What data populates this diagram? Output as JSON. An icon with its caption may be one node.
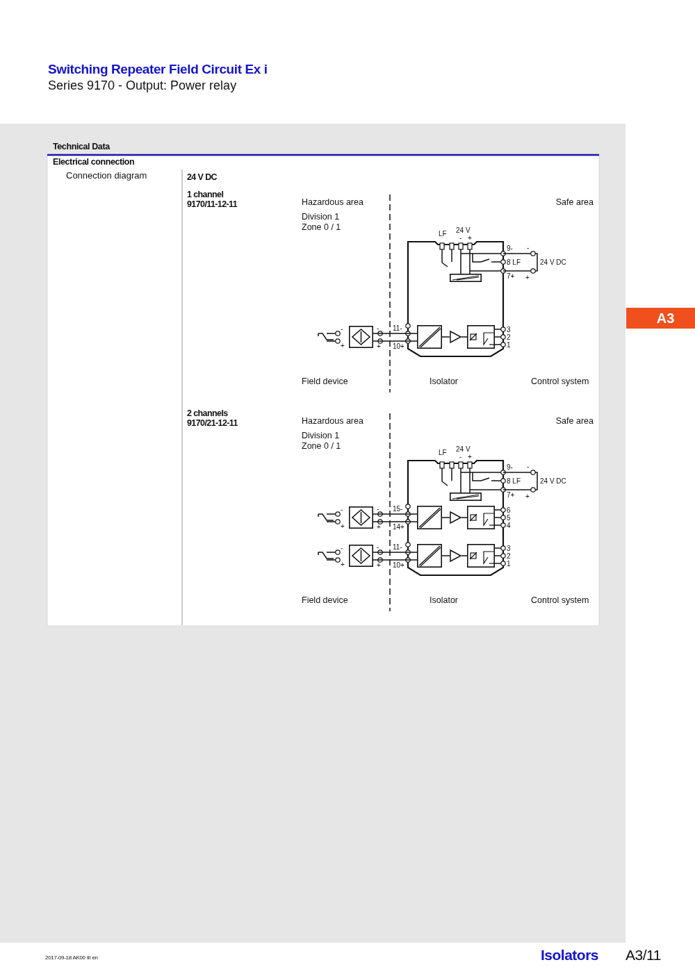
{
  "diagram": {
    "title": "Switching Repeater Field Circuit Ex i",
    "nodes": [
      {
        "text": [],
        "shape": "box"
      },
      {
        "text": [],
        "shape": "box"
      },
      {
        "text": [],
        "shape": "triangle"
      },
      {
        "text": [],
        "shape": "box"
      },
      {
        "text": [],
        "shape": "box"
      },
      {
        "text": [],
        "shape": "box"
      },
      {
        "text": [],
        "shape": "box"
      },
      {
        "text": [],
        "shape": "triangle"
      },
      {
        "text": [],
        "shape": "box"
      },
      {
        "text": [],
        "shape": "box"
      },
      {
        "text": [],
        "shape": "box"
      },
      {
        "text": [],
        "shape": "triangle"
      },
      {
        "text": [],
        "shape": "box"
      },
      {
        "text": [],
        "shape": "box"
      }
    ],
    "edges": [
      {
        "from": 0,
        "to": 1,
        "arrow": "none"
      },
      {
        "from": 1,
        "to": 2,
        "arrow": "none"
      },
      {
        "from": 2,
        "to": 3,
        "arrow": "none"
      },
      {
        "from": 5,
        "to": 6,
        "arrow": "none"
      },
      {
        "from": 6,
        "to": 7,
        "arrow": "none"
      },
      {
        "from": 7,
        "to": 8,
        "arrow": "none"
      },
      {
        "from": 9,
        "to": 10,
        "arrow": "none"
      },
      {
        "from": 10,
        "to": 11,
        "arrow": "none"
      },
      {
        "from": 11,
        "to": 12,
        "arrow": "none"
      },
      {
        "from": 0,
        "to": 1,
        "arrow": "none"
      },
      {
        "from": 5,
        "to": 6,
        "arrow": "none"
      },
      {
        "from": 9,
        "to": 10,
        "arrow": "none"
      }
    ],
    "labels": [
      "Series 9170 - Output: Power relay",
      "Technical Data",
      "Electrical connection",
      "Connection diagram",
      "24 V DC",
      "1 channel",
      "9170/11-12-11",
      "Hazardous area",
      "Division 1",
      "Zone 0 / 1",
      "Safe area",
      "LF",
      "24 V",
      "-",
      "+",
      "9-",
      "-",
      "8 LF",
      "24 V DC",
      "7+",
      "+",
      "-",
      "+",
      "-",
      "+",
      "11-",
      "10+",
      "3",
      "2",
      "1",
      "Field device",
      "Isolator",
      "Control system",
      "2 channels",
      "9170/21-12-11",
      "Hazardous area",
      "Division 1",
      "Zone 0 / 1",
      "Safe area",
      "LF",
      "24 V",
      "-",
      "+",
      "9-",
      "-",
      "8 LF",
      "24 V DC",
      "7+",
      "+",
      "-",
      "+",
      "-",
      "+",
      "15-",
      "14+",
      "6",
      "5",
      "4",
      "-",
      "+",
      "-",
      "+",
      "11-",
      "10+",
      "3",
      "2",
      "1",
      "Field device",
      "Isolator",
      "Control system",
      "2017-09-18 AK00 III en",
      "Isolators",
      "A3/11",
      "A3"
    ]
  }
}
